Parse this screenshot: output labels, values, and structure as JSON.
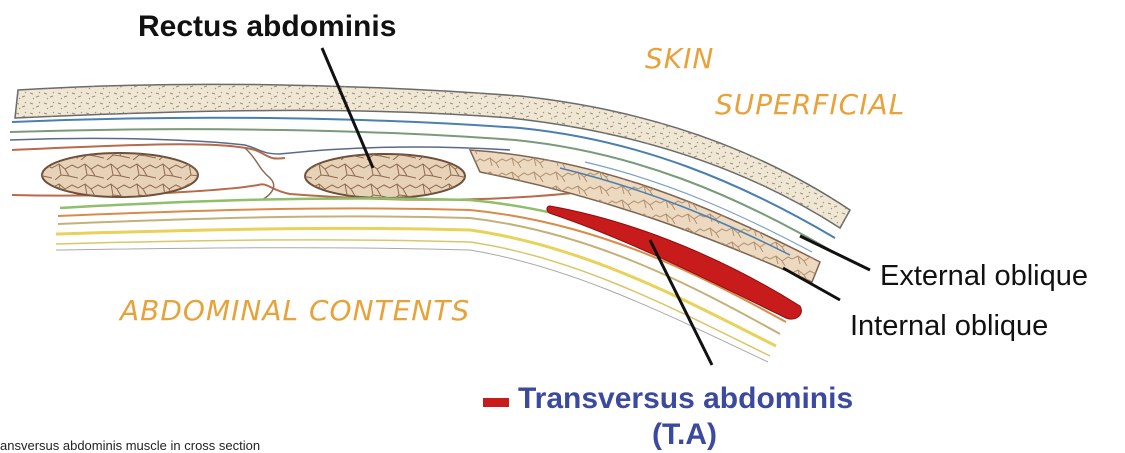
{
  "labels": {
    "rectus": "Rectus abdominis",
    "skin": "SKIN",
    "superficial": "SUPERFICIAL",
    "external": "External oblique",
    "internal": "Internal oblique",
    "contents": "ABDOMINAL CONTENTS",
    "ta_line1": "Transversus abdominis",
    "ta_line2": "(T.A)",
    "caption": "ansversus abdominis muscle in cross section"
  },
  "colors": {
    "label_script": "#e8a23a",
    "ta_text": "#3b4a9e",
    "ta_muscle": "#c81b1b",
    "leader": "#111111"
  }
}
